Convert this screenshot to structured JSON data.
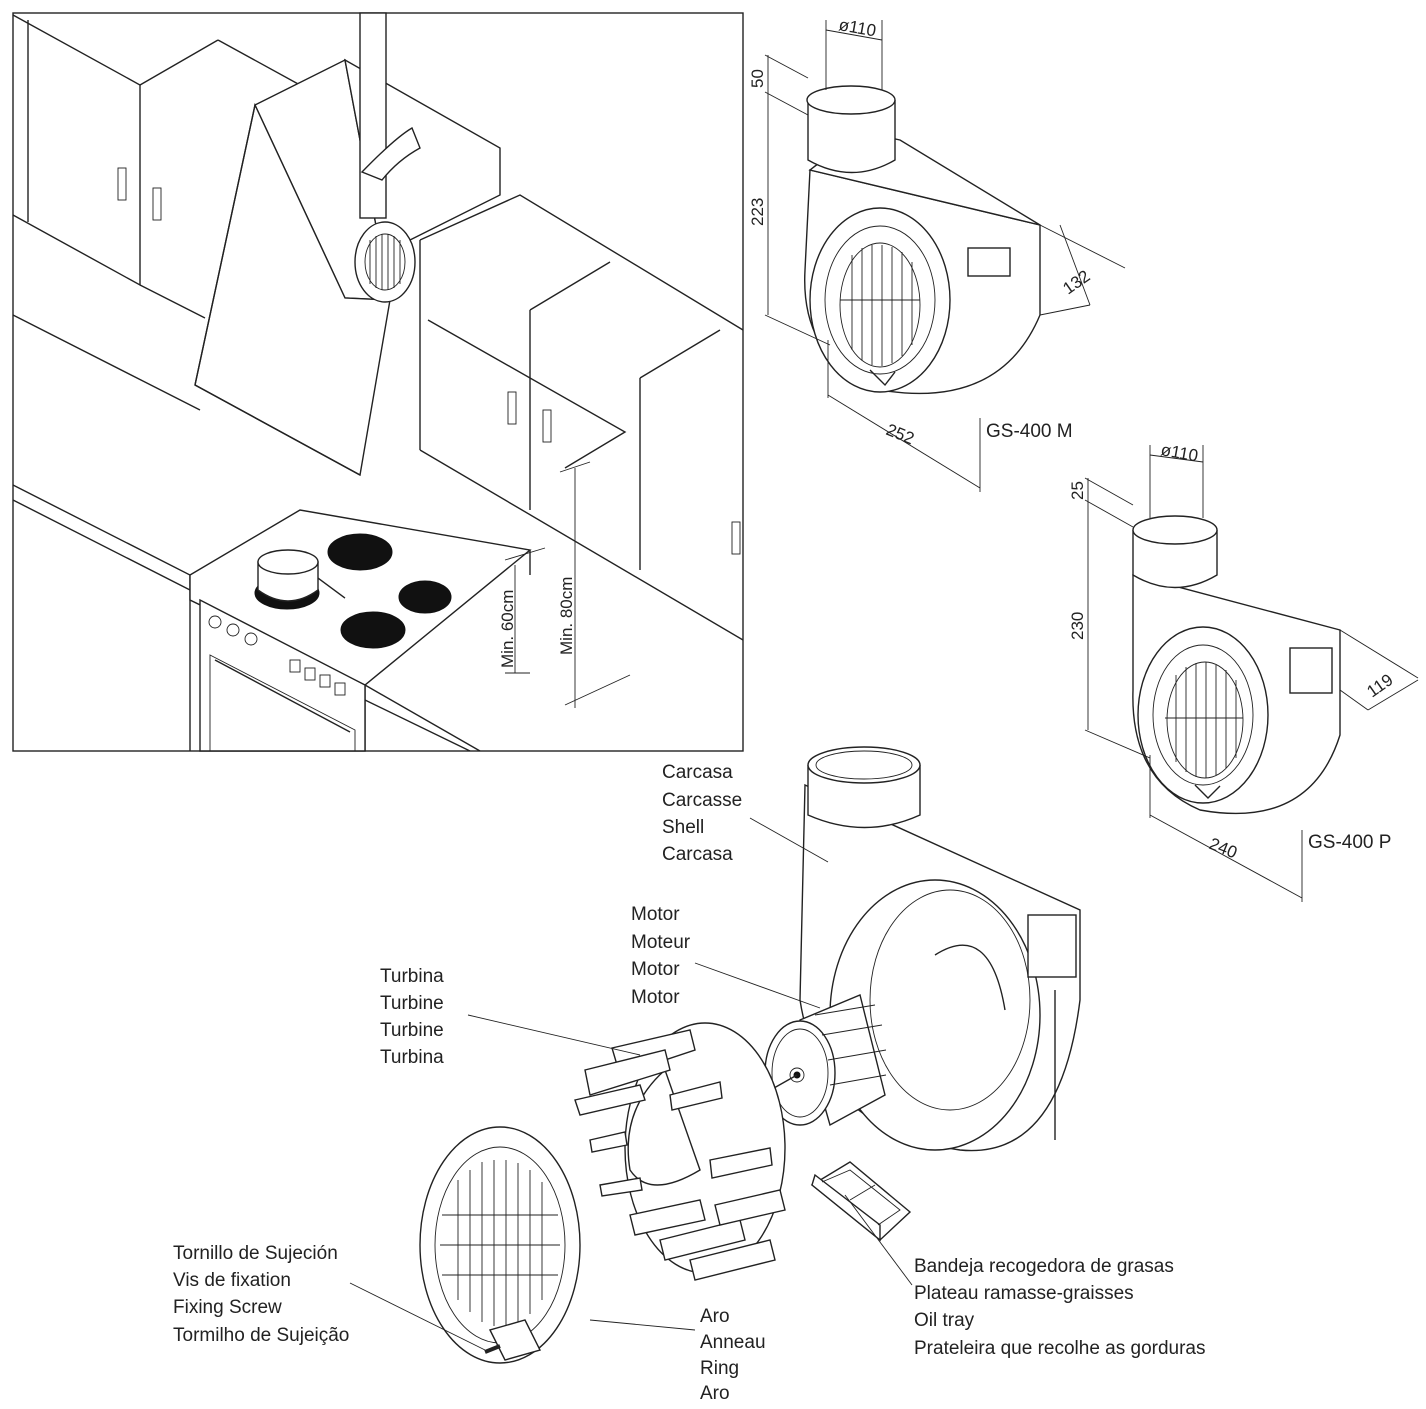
{
  "diagram": {
    "models": {
      "m": {
        "name": "GS-400 M",
        "dia": "ø110",
        "top": "50",
        "height": "223",
        "depth": "132",
        "width": "252"
      },
      "p": {
        "name": "GS-400 P",
        "dia": "ø110",
        "top": "25",
        "height": "230",
        "depth": "119",
        "width": "240"
      }
    },
    "install": {
      "min60": "Min. 60cm",
      "min80": "Min. 80cm"
    },
    "parts": {
      "shell": [
        "Carcasa",
        "Carcasse",
        "Shell",
        "Carcasa"
      ],
      "motor": [
        "Motor",
        "Moteur",
        "Motor",
        "Motor"
      ],
      "turbine": [
        "Turbina",
        "Turbine",
        "Turbine",
        "Turbina"
      ],
      "screw": [
        "Tornillo de Sujeción",
        "Vis de fixation",
        "Fixing Screw",
        "Tormilho de Sujeição"
      ],
      "ring": [
        "Aro",
        "Anneau",
        "Ring",
        "Aro"
      ],
      "tray": [
        "Bandeja recogedora de grasas",
        "Plateau ramasse-graisses",
        "Oil tray",
        "Prateleira que recolhe as gorduras"
      ]
    }
  }
}
